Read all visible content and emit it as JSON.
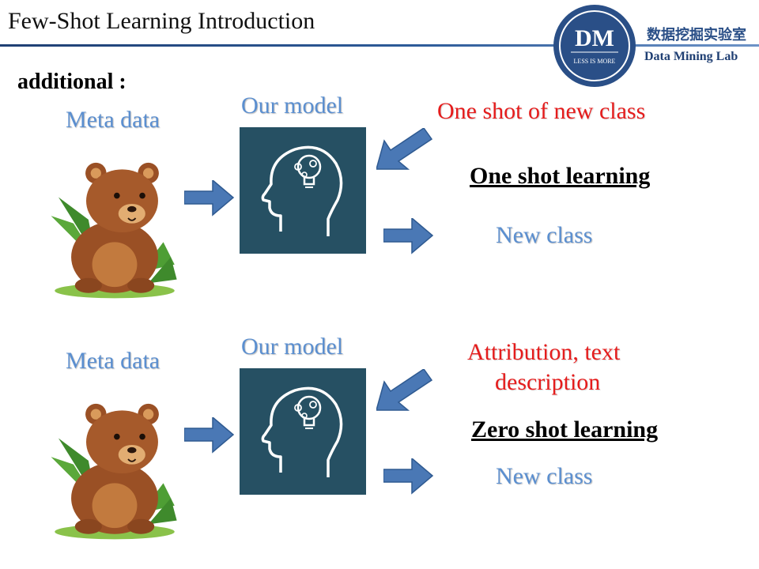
{
  "header": {
    "title": "Few-Shot Learning Introduction",
    "lab_name_cn": "数据挖掘实验室",
    "lab_name_en": "Data Mining Lab",
    "logo": {
      "initials": "DM",
      "tagline": "LESS IS MORE",
      "color": "#2a4f87"
    }
  },
  "additional_label": "additional :",
  "rows": [
    {
      "meta_label": "Meta data",
      "model_label": "Our model",
      "input_label": "One shot of new class",
      "method_label": "One shot learning",
      "output_label": "New class"
    },
    {
      "meta_label": "Meta data",
      "model_label": "Our model",
      "input_label_line1": "Attribution, text",
      "input_label_line2": "description",
      "method_label": "Zero shot learning",
      "output_label": "New class"
    }
  ],
  "colors": {
    "label_blue": "#5b8fd0",
    "label_red": "#e51c1c",
    "arrow_blue": "#4a78b5",
    "model_bg": "#265063"
  }
}
